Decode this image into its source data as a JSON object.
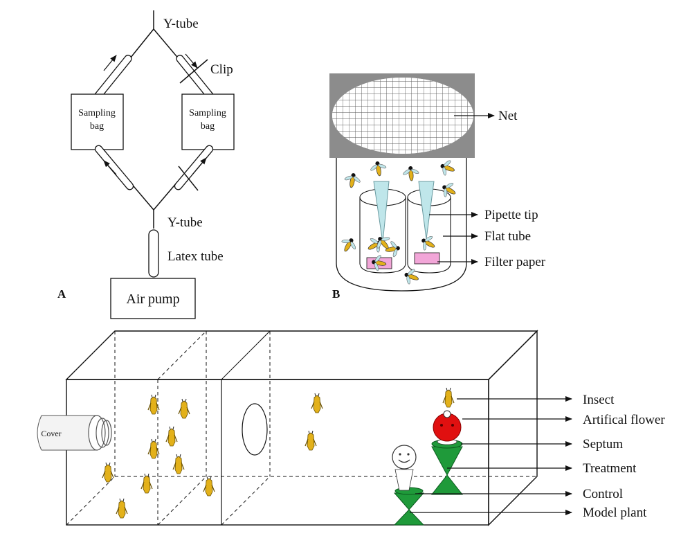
{
  "panel_a": {
    "panel_label": "A",
    "y_tube_top": "Y-tube",
    "clip": "Clip",
    "bag_left_line1": "Sampling",
    "bag_left_line2": "bag",
    "bag_right_line1": "Sampling",
    "bag_right_line2": "bag",
    "y_tube_bottom": "Y-tube",
    "latex_tube": "Latex tube",
    "air_pump": "Air pump"
  },
  "panel_b": {
    "panel_label": "B",
    "net": "Net",
    "pipette_tip": "Pipette tip",
    "flat_tube": "Flat tube",
    "filter_paper": "Filter paper"
  },
  "panel_c": {
    "cover": "Cover",
    "insect": "Insect",
    "artificial_flower": "Artifical flower",
    "septum": "Septum",
    "treatment": "Treatment",
    "control": "Control",
    "model_plant": "Model plant"
  },
  "colors": {
    "insect_yellow": "#e3b11a",
    "flower_red": "#e01010",
    "plant_green": "#1f9a3a",
    "pipette_blue": "#bfe6ea",
    "filter_pink": "#f2a6d8",
    "net_gray": "#8c8c8c"
  }
}
